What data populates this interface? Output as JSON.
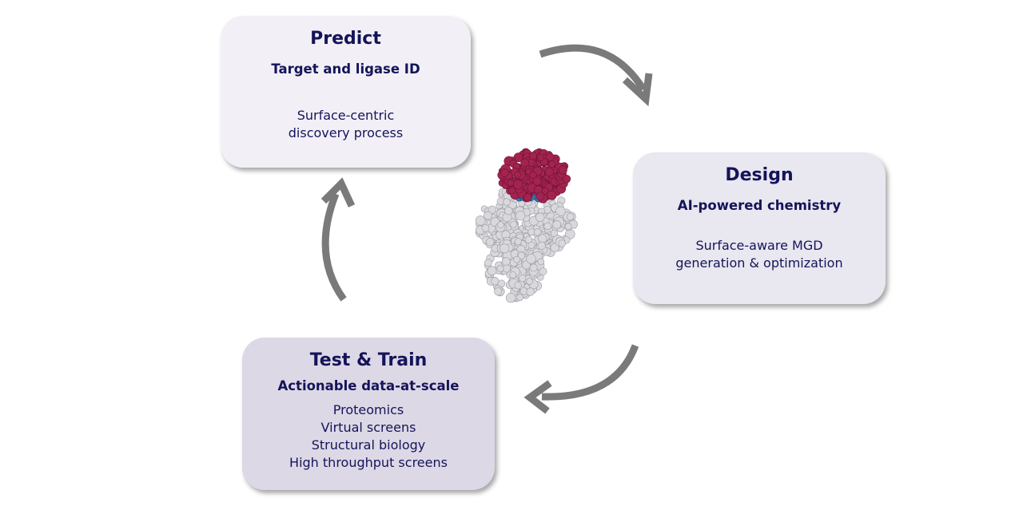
{
  "steps": [
    {
      "title": "Predict",
      "subtitle": "Target and ligase ID",
      "details": [
        "Surface-centric",
        "discovery process"
      ]
    },
    {
      "title": "Design",
      "subtitle": "AI-powered chemistry",
      "details": [
        "Surface-aware MGD",
        "generation & optimization"
      ]
    },
    {
      "title": "Test & Train",
      "subtitle": "Actionable data-at-scale",
      "details": [
        "Proteomics",
        "Virtual screens",
        "Structural biology",
        "High throughput screens"
      ]
    }
  ],
  "colors": {
    "text": "#14145a",
    "arrow": "#7a7a7a",
    "protein_top": "#a3234f",
    "protein_body": "#d9d9dd",
    "interface": "#3a7ab8"
  }
}
